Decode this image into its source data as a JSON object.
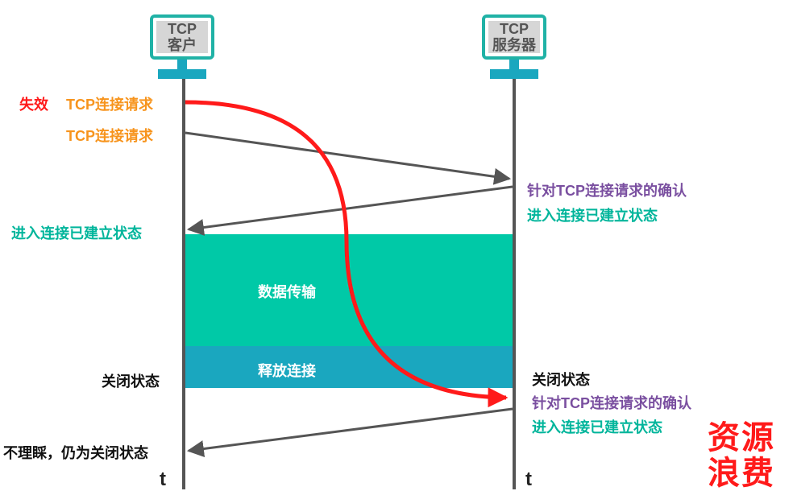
{
  "client": {
    "line1": "TCP",
    "line2": "客户"
  },
  "server": {
    "line1": "TCP",
    "line2": "服务器"
  },
  "labels": {
    "invalid": "失效",
    "req1": "TCP连接请求",
    "req2": "TCP连接请求",
    "ack1": "针对TCP连接请求的确认",
    "est_server1": "进入连接已建立状态",
    "est_client": "进入连接已建立状态",
    "data_transfer": "数据传输",
    "release": "释放连接",
    "closed_client": "关闭状态",
    "closed_server": "关闭状态",
    "ack2": "针对TCP连接请求的确认",
    "est_server2": "进入连接已建立状态",
    "ignore": "不理睬，仍为关闭状态",
    "t_client": "t",
    "t_server": "t",
    "waste_line1": "资源",
    "waste_line2": "浪费"
  },
  "colors": {
    "teal_node": "#20b2a6",
    "data_block": "#00c9a7",
    "release_block": "#1aa7bf",
    "red_curve": "#ff1a1a",
    "arrow_gray": "#555555"
  }
}
